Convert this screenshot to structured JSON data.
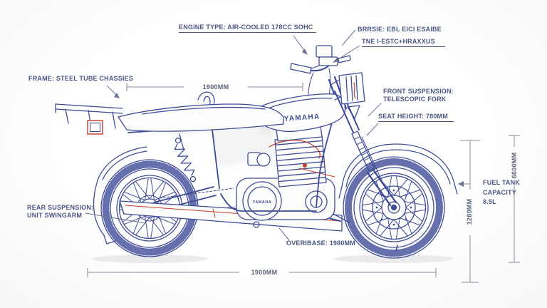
{
  "diagram": {
    "labels": {
      "engine_type": "ENGINE TYPE: AIR-COOLED 178CC SOHC",
      "front_brake_line1": "BRRSIE: EBL EICI ESAIBE",
      "front_brake_line2": "TNE I-ESTC+HRAXXUS",
      "frame": "FRAME: STEEL TUBE CHASSIES",
      "front_suspension": [
        "FRONT SUSPENSION:",
        "TELESCOPIC FORK"
      ],
      "seat_height": "SEAT HEIGHT: 780MM",
      "fuel_tank": [
        "FUEL TANK",
        "CAPACITY",
        "8.5L"
      ],
      "rear_suspension": [
        "REAR SUSPENSION:",
        "UNIT SWINGARM"
      ],
      "wheelbase": "OVERIBASE: 1980MM"
    },
    "dimensions": {
      "top_length": "1900MM",
      "bottom_length": "1900MM",
      "front_height": "1280MM",
      "overall_height": "6600MM"
    },
    "bike": {
      "tank_logo": "YAMAHA",
      "engine_logo": "YAMAHA"
    },
    "colors": {
      "line_ink": "#3e4c97",
      "label_text": "#4a5583",
      "dimension_gray": "#858b9c",
      "accent_red": "#c43a2c",
      "background": "#fcfcfd"
    }
  }
}
